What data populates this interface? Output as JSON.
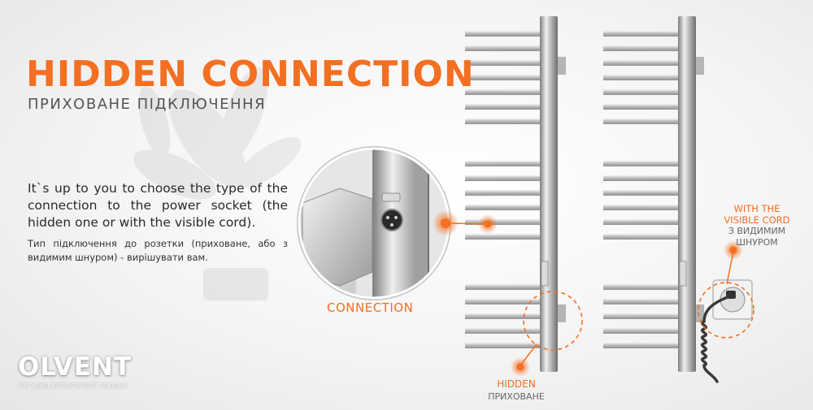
{
  "heading": {
    "title": "HIDDEN CONNECTION",
    "subtitle": "ПРИХОВАНЕ ПІДКЛЮЧЕННЯ"
  },
  "description": {
    "en": "It`s up to you to choose the type of the connection to the power socket (the hidden one or with the visible cord).",
    "ua": "Тип підключення до розетки (приховане, або з видимим шнуром) - вирішувати вам."
  },
  "labels": {
    "connection": "CONNECTION",
    "hidden_en": "HIDDEN",
    "hidden_ua": "ПРИХОВАНЕ",
    "cord_en_line1": "WITH THE",
    "cord_en_line2": "VISIBLE CORD",
    "cord_ua_line1": "З ВИДИМИМ",
    "cord_ua_line2": "ШНУРОМ"
  },
  "logo": {
    "word": "OLVENT",
    "tagline": "МАГАЗИН КЛІМАТИЧНОЇ ТЕХНІКИ"
  },
  "colors": {
    "accent": "#f36f21",
    "text": "#2a2a2a",
    "chrome": "#c9c9c9"
  }
}
